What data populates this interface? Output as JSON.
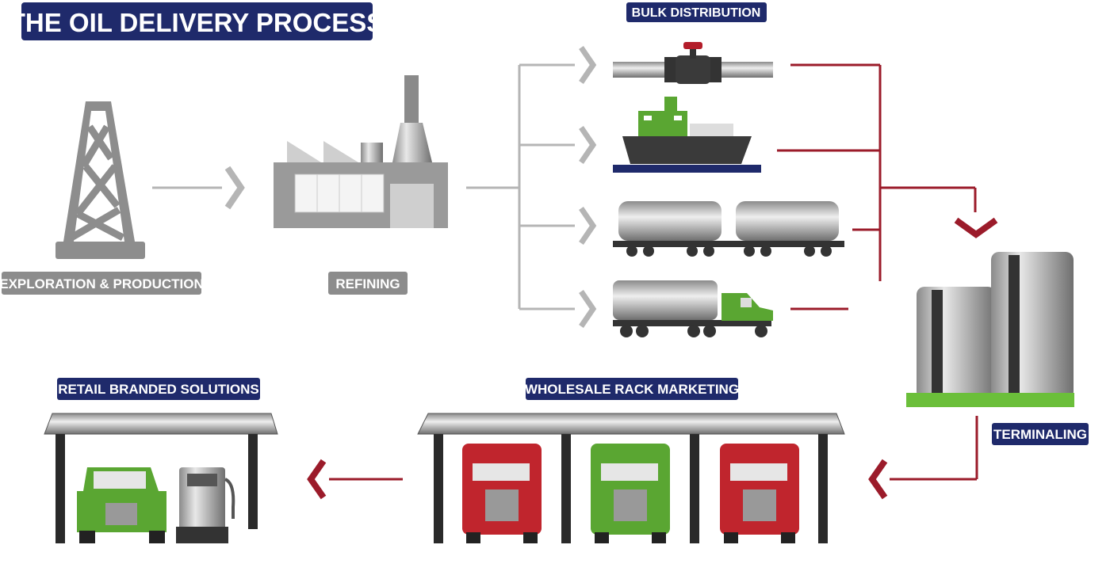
{
  "title": "THE OIL DELIVERY PROCESS",
  "stages": {
    "exploration": "EXPLORATION & PRODUCTION",
    "refining": "REFINING",
    "bulk_distribution": "BULK DISTRIBUTION",
    "terminaling": "TERMINALING",
    "wholesale": "WHOLESALE RACK MARKETING",
    "retail": "RETAIL BRANDED SOLUTIONS"
  },
  "colors": {
    "navy": "#1f2a6b",
    "gray_label": "#8c8c8c",
    "flow_gray": "#b5b5b5",
    "flow_red": "#9b1b2a",
    "truck_red": "#c0252d",
    "truck_green": "#5aa632"
  }
}
